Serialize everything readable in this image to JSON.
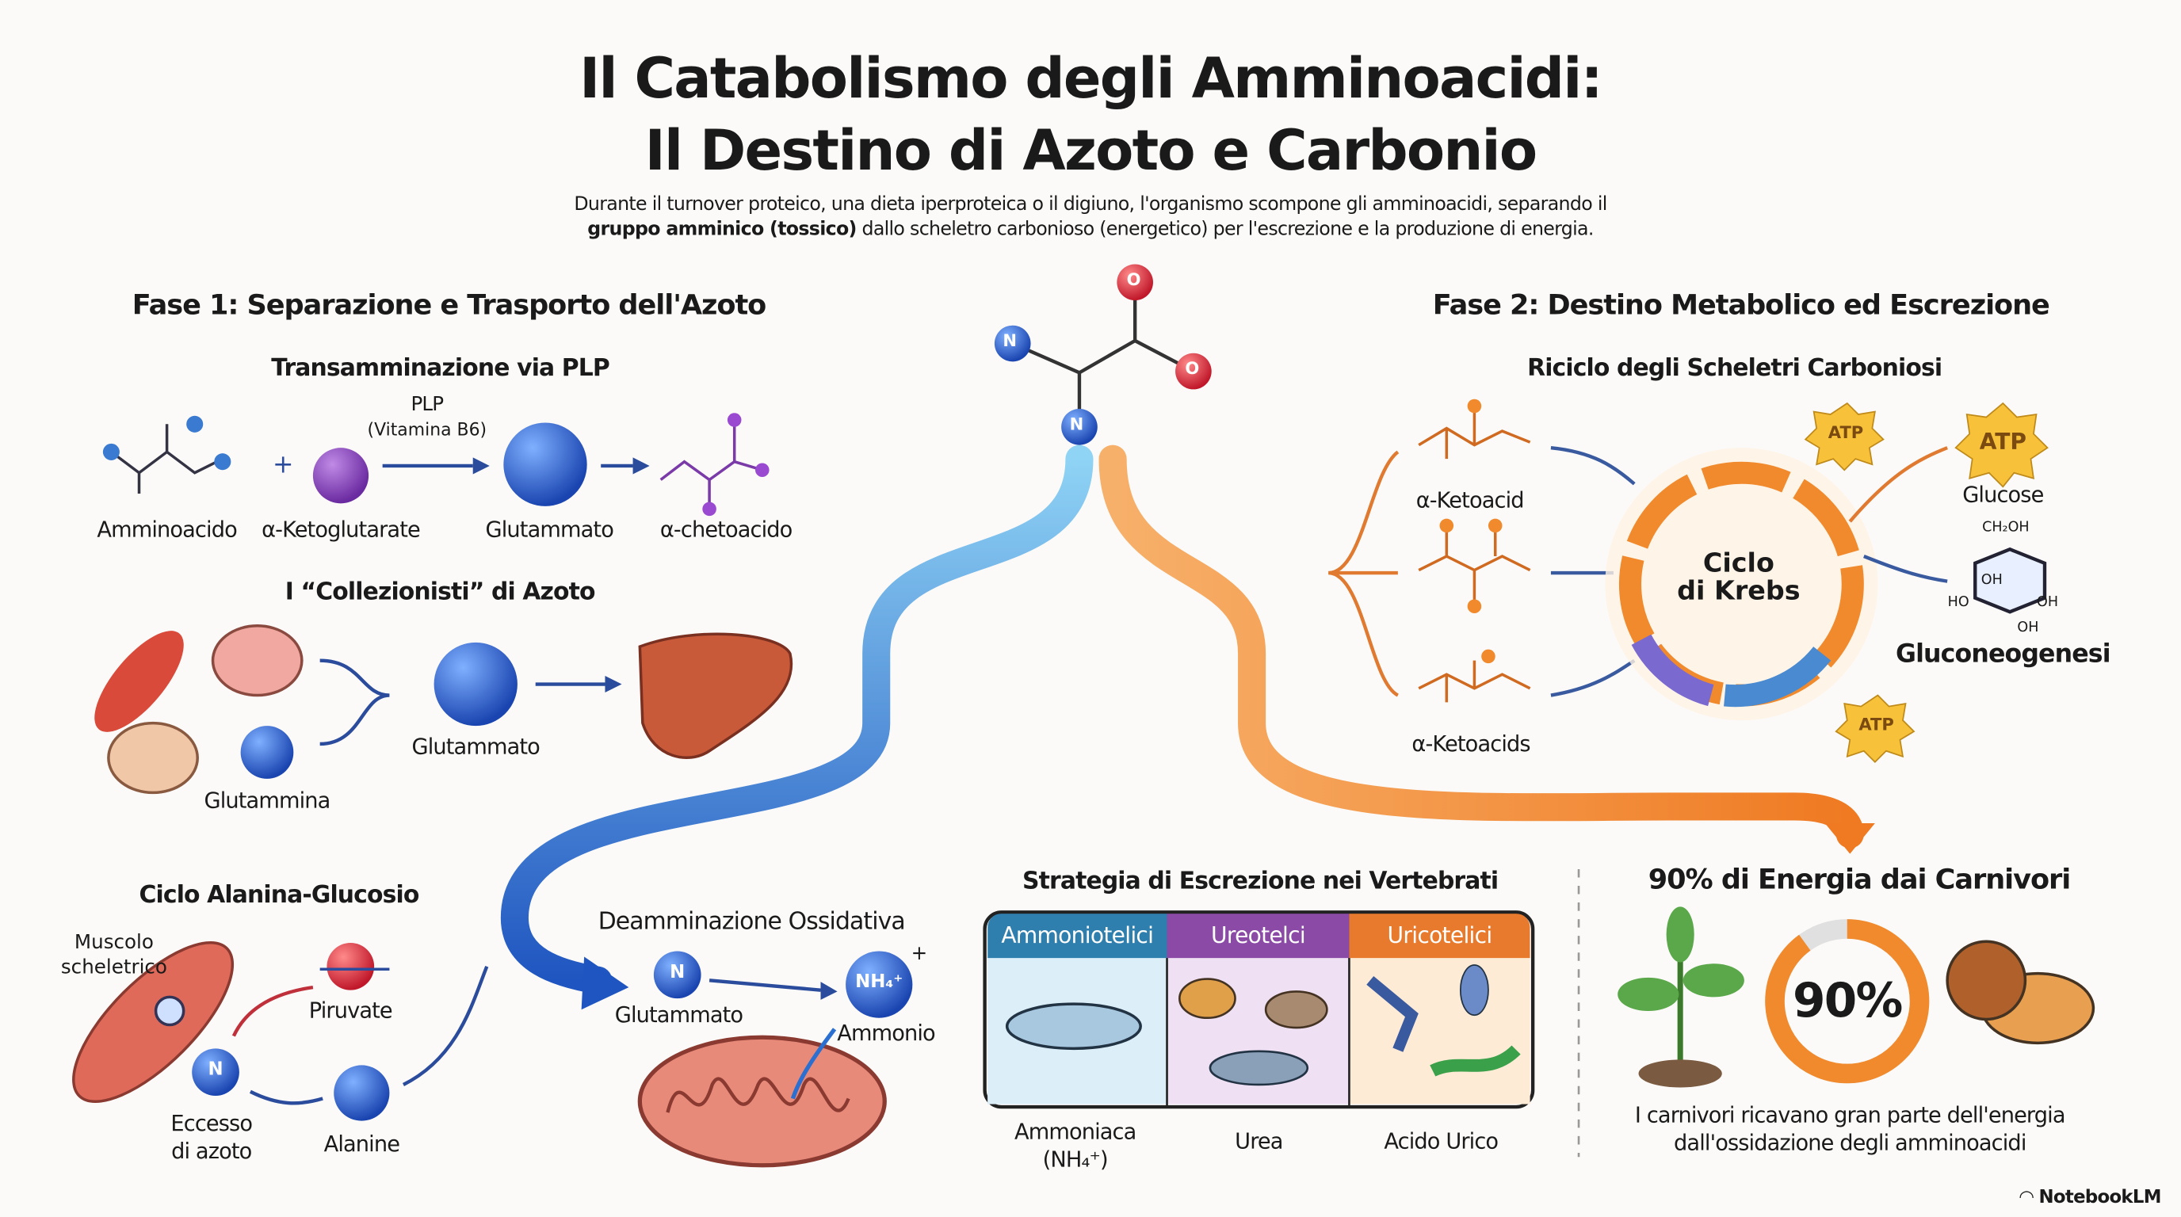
{
  "title": {
    "line1": "Il Catabolismo degli Amminoacidi:",
    "line2": "Il Destino di Azoto e Carbonio"
  },
  "subtitle": {
    "line1": "Durante il turnover proteico, una dieta iperproteica o il digiuno, l'organismo scompone gli amminoacidi, separando il",
    "bold": "gruppo amminico (tossico)",
    "line2_rest": " dallo scheletro carbonioso (energetico) per l'escrezione e la produzione di energia."
  },
  "center_molecule": {
    "n1": "N",
    "n2": "N",
    "o1": "O",
    "o2": "O"
  },
  "phase1": {
    "title": "Fase 1: Separazione e Trasporto dell'Azoto",
    "transamination": {
      "title": "Transamminazione via PLP",
      "plp": "PLP",
      "plp_sub": "(Vitamina B6)",
      "plus": "+",
      "labels": [
        "Amminoacido",
        "α-Ketoglutarate",
        "Glutammato",
        "α-chetoacido"
      ]
    },
    "collectors": {
      "title": "I “Collezionisti” di Azoto",
      "glutammato": "Glutammato",
      "glutammina": "Glutammina"
    },
    "alanine_cycle": {
      "title": "Ciclo Alanina-Glucosio",
      "muscle_l1": "Muscolo",
      "muscle_l2": "scheletrico",
      "piruvate": "Piruvate",
      "n": "N",
      "excess_l1": "Eccesso",
      "excess_l2": "di azoto",
      "alanine": "Alanine"
    },
    "deamination": {
      "title": "Deamminazione Ossidativa",
      "n": "N",
      "glutammato": "Glutammato",
      "nh4": "NH₄⁺",
      "plus": "+",
      "ammonio": "Ammonio"
    }
  },
  "phase2": {
    "title": "Fase 2: Destino Metabolico ed Escrezione",
    "recycle": {
      "title": "Riciclo degli Scheletri Carboniosi",
      "ketoacid": "α-Ketoacid",
      "ketoacids": "α-Ketoacids",
      "krebs_l1": "Ciclo",
      "krebs_l2": "di Krebs",
      "atp": "ATP",
      "glucose": "Glucose",
      "ch2oh": "CH₂OH",
      "oh": "OH",
      "ho": "HO",
      "gluconeogenesis": "Gluconeogenesi"
    }
  },
  "excretion": {
    "title": "Strategia di Escrezione nei Vertebrati",
    "columns": [
      {
        "header": "Ammoniotelici",
        "product": "Ammoniaca",
        "product2": "(NH₄⁺)",
        "color": "#2f7fae"
      },
      {
        "header": "Ureotelci",
        "product": "Urea",
        "color": "#8a4aa6"
      },
      {
        "header": "Uricotelici",
        "product": "Acido Urico",
        "color": "#e77a2c"
      }
    ]
  },
  "carnivores": {
    "title": "90% di Energia dai Carnivori",
    "value": "90%",
    "percent": 90,
    "caption_l1": "I carnivori ricavano gran parte dell'energia",
    "caption_l2": "dall'ossidazione degli amminoacidi"
  },
  "brand": "NotebookLM",
  "colors": {
    "blue": "#2f6fd0",
    "orange": "#f08a2c",
    "purple": "#8a4aa6"
  }
}
